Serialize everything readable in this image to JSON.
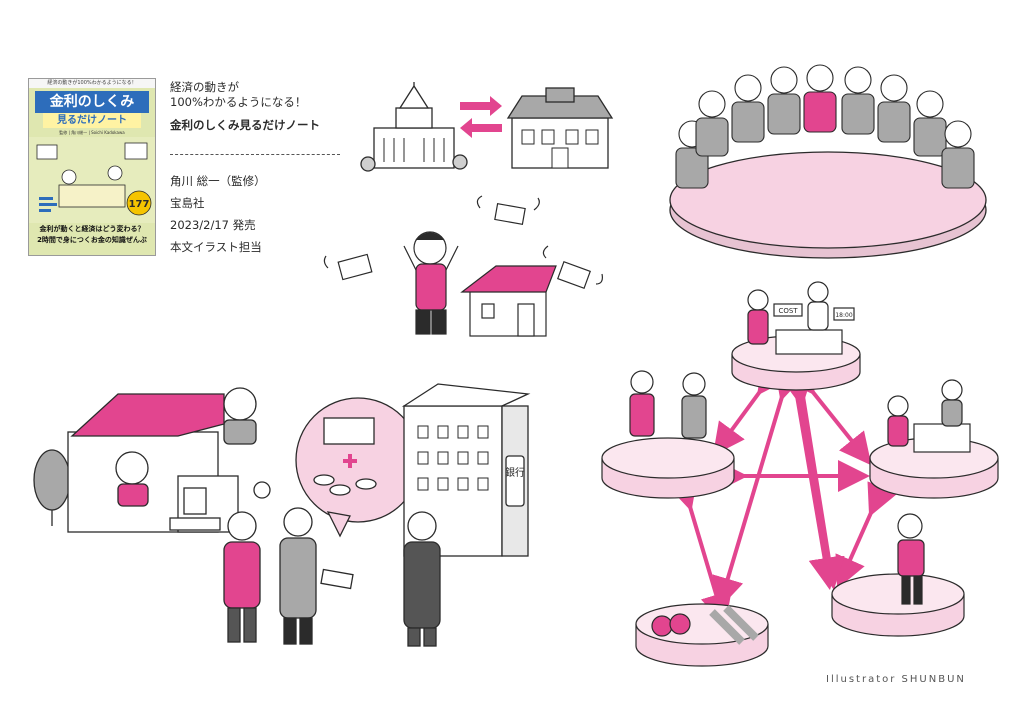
{
  "book": {
    "cover": {
      "top_line": "経済の動きが100%わかるようになる！",
      "title": "金利のしくみ",
      "subtitle": "見るだけノート",
      "author_line": "監修 | 角川総一 | Soichi Kadokawa",
      "tagline_1": "金利が動くと経済はどう変わる？",
      "tagline_2": "2時間で身につくお金の知識ぜんぶ",
      "badge": "177"
    },
    "catch_line_1": "経済の動きが",
    "catch_line_2": "100%わかるようになる！",
    "title": "金利のしくみ見るだけノート",
    "supervisor": "角川 総一（監修）",
    "publisher": "宝島社",
    "release": "2023/2/17 発売",
    "role": "本文イラスト担当"
  },
  "illustrations": {
    "bank_sign": "銀行",
    "counter_sign": "18:00",
    "ticket_label": "COST"
  },
  "credit": "Illustrator SHUNBUN",
  "colors": {
    "accent": "#e2458f",
    "accent_light": "#f7d2e2",
    "ink": "#2b2b2b",
    "gray": "#a8a8a8",
    "cover_blue": "#2d6dbb",
    "cover_yellow": "#fff3a3"
  }
}
